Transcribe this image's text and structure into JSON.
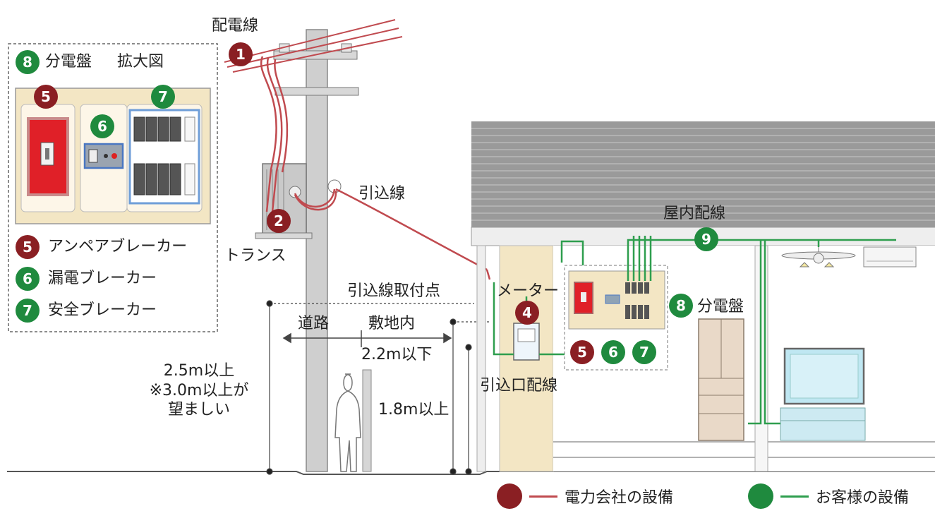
{
  "colors": {
    "company": "#8a1f23",
    "customer": "#1f8a3e",
    "company_line": "#c04a4f",
    "customer_line": "#2e9e4e",
    "pole": "#c9c9c9",
    "roof": "#9a9a9a",
    "wall": "#f3e6c4",
    "panel_red": "#e02028"
  },
  "labels": {
    "distribution_line": "配電線",
    "service_drop": "引込線",
    "transformer": "トランス",
    "attachment_point": "引込線取付点",
    "meter": "メーター",
    "service_entrance": "引込口配線",
    "indoor_wiring": "屋内配線",
    "distribution_board": "分電盤",
    "road": "道路",
    "premises": "敷地内",
    "height_road_line1": "2.5m以上",
    "height_road_line2": "※3.0m以上が",
    "height_road_line3": "望ましい",
    "height_premises": "2.2m以下",
    "height_meter": "1.8m以上"
  },
  "inset": {
    "title_number": "8",
    "title": "分電盤",
    "title_suffix": "拡大図",
    "items": [
      {
        "number": "5",
        "label": "アンペアブレーカー",
        "owner": "company"
      },
      {
        "number": "6",
        "label": "漏電ブレーカー",
        "owner": "customer"
      },
      {
        "number": "7",
        "label": "安全ブレーカー",
        "owner": "customer"
      }
    ]
  },
  "markers": {
    "m1": "1",
    "m2": "2",
    "m4": "4",
    "m5": "5",
    "m6": "6",
    "m7": "7",
    "m8": "8",
    "m9": "9"
  },
  "legend": {
    "company": "電力会社の設備",
    "customer": "お客様の設備"
  }
}
